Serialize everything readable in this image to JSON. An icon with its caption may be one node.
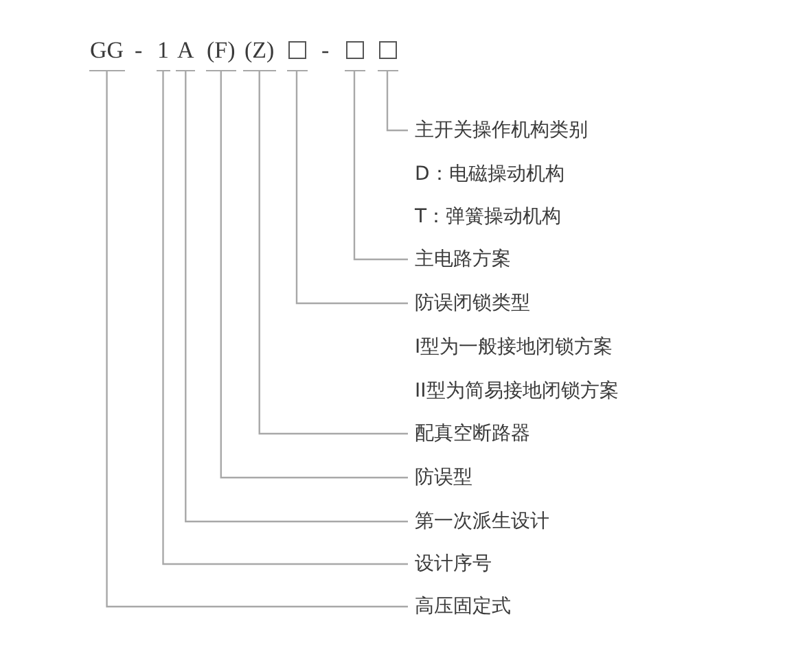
{
  "diagram": {
    "nodes": [
      {
        "text": [
          "GG"
        ]
      },
      {
        "text": [
          "1"
        ]
      },
      {
        "text": [
          "A"
        ]
      },
      {
        "text": [
          "(F)"
        ]
      },
      {
        "text": [
          "(Z)"
        ]
      },
      {
        "text": [],
        "shape": "box"
      },
      {
        "text": [],
        "shape": "box"
      },
      {
        "text": [],
        "shape": "box"
      },
      {
        "text": [
          "主开关操作机构类别"
        ]
      },
      {
        "text": [
          "主电路方案"
        ]
      },
      {
        "text": [
          "防误闭锁类型"
        ]
      },
      {
        "text": [
          "配真空断路器"
        ]
      },
      {
        "text": [
          "防误型"
        ]
      },
      {
        "text": [
          "第一次派生设计"
        ]
      },
      {
        "text": [
          "设计序号"
        ]
      },
      {
        "text": [
          "高压固定式"
        ]
      }
    ],
    "edges": [
      {
        "from": 0,
        "to": 15,
        "arrow": "none"
      },
      {
        "from": 1,
        "to": 14,
        "arrow": "none"
      },
      {
        "from": 2,
        "to": 13,
        "arrow": "none"
      },
      {
        "from": 3,
        "to": 12,
        "arrow": "none"
      },
      {
        "from": 4,
        "to": 11,
        "arrow": "none"
      },
      {
        "from": 5,
        "to": 10,
        "arrow": "none"
      },
      {
        "from": 6,
        "to": 9,
        "arrow": "none"
      },
      {
        "from": 7,
        "to": 8,
        "arrow": "none"
      }
    ],
    "labels": [
      "-",
      "-",
      "D：电磁操动机构",
      "T：弹簧操动机构",
      "I型为一般接地闭锁方案",
      "II型为简易接地闭锁方案"
    ]
  }
}
